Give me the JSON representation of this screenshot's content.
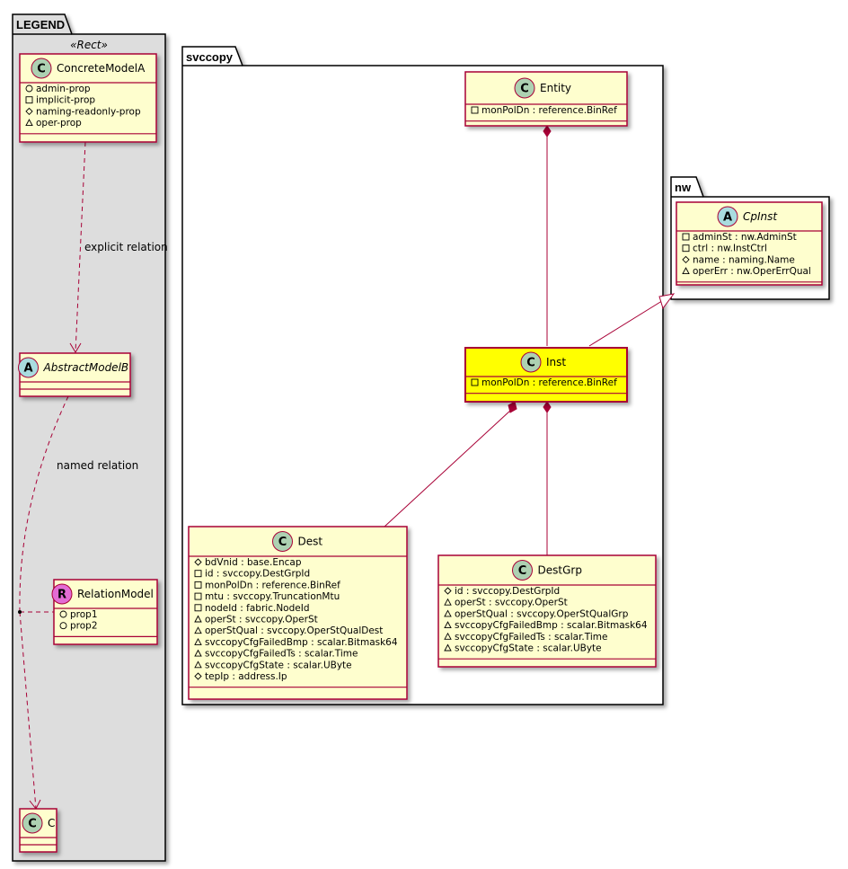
{
  "colors": {
    "class_fill": "#FEFECE",
    "class_border": "#A80036",
    "highlight_fill": "#FFFF00",
    "package_fill_legend": "#DDDDDD",
    "package_fill": "#FFFFFF",
    "circle_c": "#ADD1B2",
    "circle_a": "#A9DCDF",
    "circle_r": "#E26CD4",
    "edge": "#A80036"
  },
  "packages": {
    "legend": {
      "title": "LEGEND",
      "stereotype": "«Rect»"
    },
    "svccopy": {
      "title": "svccopy"
    },
    "nw": {
      "title": "nw"
    }
  },
  "classes": {
    "concrete_model_a": {
      "circle": "C",
      "name": "ConcreteModelA",
      "attrs": [
        {
          "vis": "+",
          "text": "admin-prop"
        },
        {
          "vis": "-",
          "text": "implicit-prop"
        },
        {
          "vis": "#",
          "text": "naming-readonly-prop"
        },
        {
          "vis": "~",
          "text": "oper-prop"
        }
      ]
    },
    "abstract_model_b": {
      "circle": "A",
      "name": "AbstractModelB",
      "attrs": []
    },
    "relation_model": {
      "circle": "R",
      "name": "RelationModel",
      "attrs": [
        {
          "vis": "+",
          "text": "prop1"
        },
        {
          "vis": "+",
          "text": "prop2"
        }
      ]
    },
    "c": {
      "circle": "C",
      "name": "C",
      "attrs": []
    },
    "entity": {
      "circle": "C",
      "name": "Entity",
      "attrs": [
        {
          "vis": "-",
          "text": "monPolDn : reference.BinRef"
        }
      ]
    },
    "cp_inst": {
      "circle": "A",
      "name": "CpInst",
      "attrs": [
        {
          "vis": "-",
          "text": "adminSt : nw.AdminSt"
        },
        {
          "vis": "-",
          "text": "ctrl : nw.InstCtrl"
        },
        {
          "vis": "#",
          "text": "name : naming.Name"
        },
        {
          "vis": "~",
          "text": "operErr : nw.OperErrQual"
        }
      ]
    },
    "inst": {
      "circle": "C",
      "name": "Inst",
      "attrs": [
        {
          "vis": "-",
          "text": "monPolDn : reference.BinRef"
        }
      ]
    },
    "dest": {
      "circle": "C",
      "name": "Dest",
      "attrs": [
        {
          "vis": "#",
          "text": "bdVnid : base.Encap"
        },
        {
          "vis": "-",
          "text": "id : svccopy.DestGrpId"
        },
        {
          "vis": "-",
          "text": "monPolDn : reference.BinRef"
        },
        {
          "vis": "-",
          "text": "mtu : svccopy.TruncationMtu"
        },
        {
          "vis": "-",
          "text": "nodeId : fabric.NodeId"
        },
        {
          "vis": "~",
          "text": "operSt : svccopy.OperSt"
        },
        {
          "vis": "~",
          "text": "operStQual : svccopy.OperStQualDest"
        },
        {
          "vis": "~",
          "text": "svccopyCfgFailedBmp : scalar.Bitmask64"
        },
        {
          "vis": "~",
          "text": "svccopyCfgFailedTs : scalar.Time"
        },
        {
          "vis": "~",
          "text": "svccopyCfgState : scalar.UByte"
        },
        {
          "vis": "#",
          "text": "tepIp : address.Ip"
        }
      ]
    },
    "dest_grp": {
      "circle": "C",
      "name": "DestGrp",
      "attrs": [
        {
          "vis": "#",
          "text": "id : svccopy.DestGrpId"
        },
        {
          "vis": "~",
          "text": "operSt : svccopy.OperSt"
        },
        {
          "vis": "~",
          "text": "operStQual : svccopy.OperStQualGrp"
        },
        {
          "vis": "~",
          "text": "svccopyCfgFailedBmp : scalar.Bitmask64"
        },
        {
          "vis": "~",
          "text": "svccopyCfgFailedTs : scalar.Time"
        },
        {
          "vis": "~",
          "text": "svccopyCfgState : scalar.UByte"
        }
      ]
    }
  },
  "edges": {
    "explicit_relation": "explicit relation",
    "named_relation": "named relation"
  }
}
